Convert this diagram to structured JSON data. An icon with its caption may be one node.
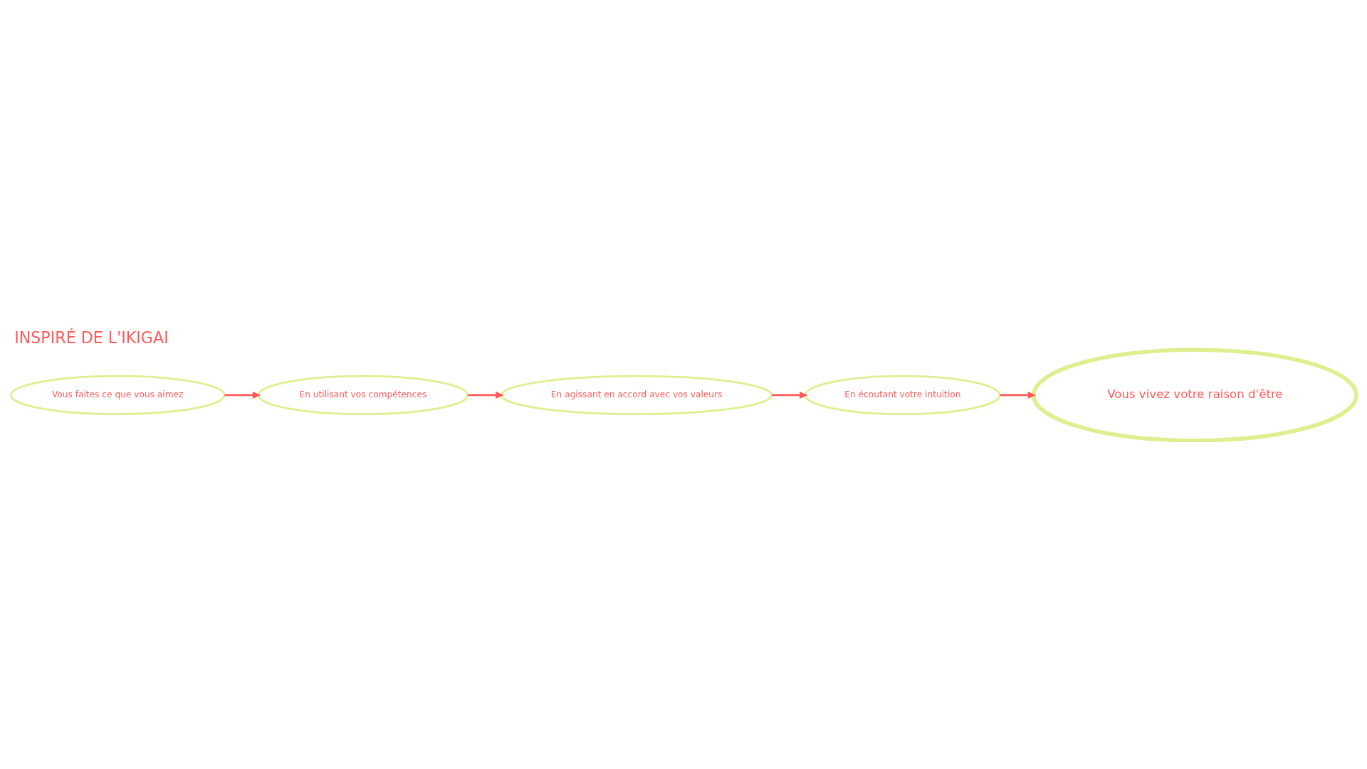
{
  "diagram": {
    "title": "INSPIRÉ DE L'IKIGAI",
    "nodes": [
      {
        "text": [
          "Vous vivez votre raison d'être"
        ]
      },
      {
        "text": [
          "Vous faites ce que vous aimez"
        ]
      },
      {
        "text": [
          "En utilisant vos compétences"
        ]
      },
      {
        "text": [
          "En agissant en accord avec vos valeurs"
        ]
      },
      {
        "text": [
          "En écoutant votre intuition"
        ]
      }
    ],
    "edges": [
      {
        "from": 1,
        "to": 2,
        "arrow": "to"
      },
      {
        "from": 2,
        "to": 3,
        "arrow": "to"
      },
      {
        "from": 3,
        "to": 4,
        "arrow": "to"
      },
      {
        "from": 4,
        "to": 0,
        "arrow": "to"
      }
    ]
  }
}
